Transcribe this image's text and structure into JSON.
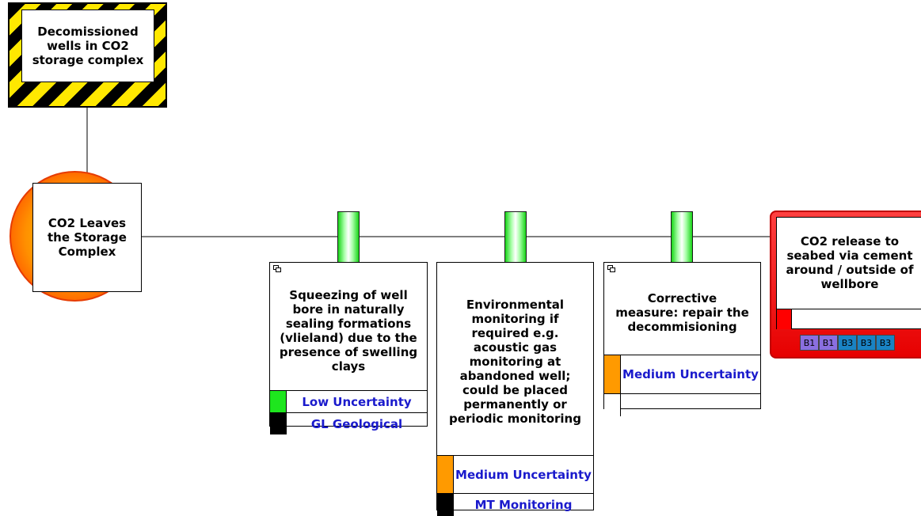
{
  "hazard": {
    "label": "Decomissioned wells in CO2 storage complex"
  },
  "top_event": {
    "label": "CO2 Leaves the Storage Complex"
  },
  "barriers": [
    {
      "title": "Squeezing of well bore in naturally sealing formations (vlieland) due to the presence of swelling clays",
      "rows": [
        {
          "label": "Low Uncertainty",
          "color": "#1ee61e"
        },
        {
          "label": "GL Geological",
          "color": "#000000"
        }
      ]
    },
    {
      "title": "Environmental monitoring if required e.g. acoustic gas monitoring at abandoned well; could be placed permanently or periodic monitoring",
      "rows": [
        {
          "label": "Medium Uncertainty",
          "color": "#ff9a00"
        },
        {
          "label": "MT Monitoring",
          "color": "#000000"
        }
      ]
    },
    {
      "title": "Corrective measure: repair the decommisioning",
      "rows": [
        {
          "label": "Medium Uncertainty",
          "color": "#ff9a00"
        },
        {
          "label": "",
          "color": "#ffffff"
        }
      ]
    }
  ],
  "consequence": {
    "title": "CO2 release to seabed via cement around / outside of wellbore",
    "indicator_color": "#ff0000",
    "badges": [
      {
        "label": "B1",
        "color": "#8a6fe0"
      },
      {
        "label": "B1",
        "color": "#8a6fe0"
      },
      {
        "label": "B3",
        "color": "#1a83c4"
      },
      {
        "label": "B3",
        "color": "#1a83c4"
      },
      {
        "label": "B3",
        "color": "#1a83c4"
      }
    ]
  }
}
